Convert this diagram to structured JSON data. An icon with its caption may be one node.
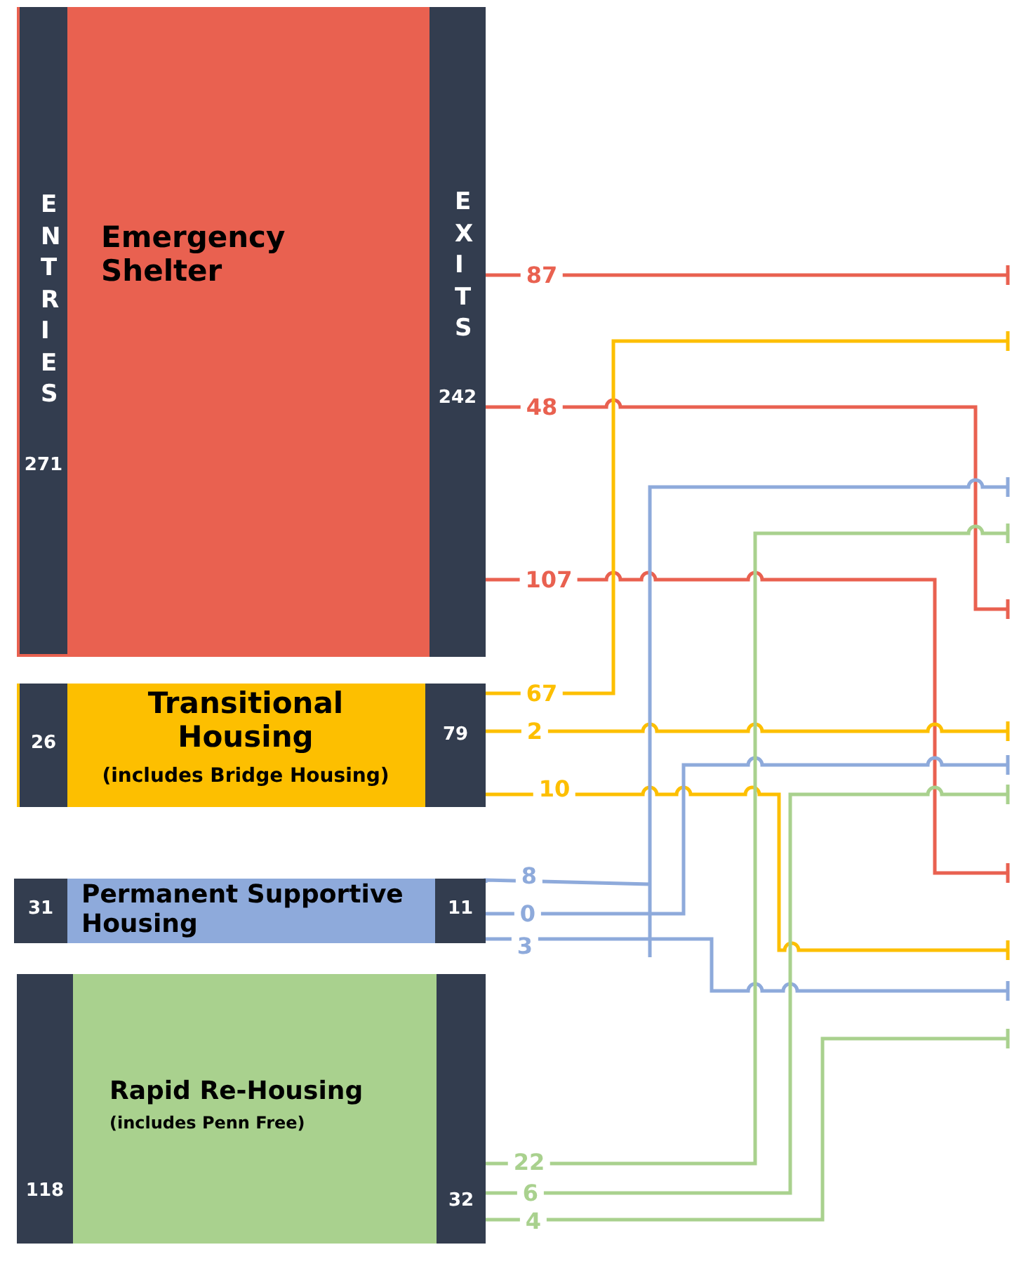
{
  "diagram": {
    "nodes": [
      {
        "text": [
          "Emergency Shelter"
        ]
      },
      {
        "text": [
          "ENTRIES",
          "271"
        ],
        "in": 0
      },
      {
        "text": [
          "EXITS",
          "242"
        ],
        "in": 0
      },
      {
        "text": [
          "Transitional Housing",
          "(includes Bridge Housing)"
        ]
      },
      {
        "text": [
          "26"
        ],
        "in": 3
      },
      {
        "text": [
          "79"
        ],
        "in": 3
      },
      {
        "text": [
          "Permanent Supportive Housing"
        ]
      },
      {
        "text": [
          "31"
        ],
        "in": 6
      },
      {
        "text": [
          "11"
        ],
        "in": 6
      },
      {
        "text": [
          "Rapid Re-Housing",
          "(includes Penn Free)"
        ]
      },
      {
        "text": [
          "118"
        ],
        "in": 9
      },
      {
        "text": [
          "32"
        ],
        "in": 9
      }
    ],
    "edges": [
      {
        "from": 2,
        "to": null,
        "arrow": "other",
        "label": "87",
        "color": "#e96150"
      },
      {
        "from": 2,
        "to": null,
        "arrow": "other",
        "label": "48",
        "color": "#e96150"
      },
      {
        "from": 2,
        "to": null,
        "arrow": "other",
        "label": "107",
        "color": "#e96150"
      },
      {
        "from": 5,
        "to": null,
        "arrow": "other",
        "label": "67",
        "color": "#fdbf00"
      },
      {
        "from": 5,
        "to": null,
        "arrow": "other",
        "label": "2",
        "color": "#fdbf00"
      },
      {
        "from": 5,
        "to": null,
        "arrow": "other",
        "label": "10",
        "color": "#fdbf00"
      },
      {
        "from": 8,
        "to": null,
        "arrow": "other",
        "label": "8",
        "color": "#8eaadb"
      },
      {
        "from": 8,
        "to": null,
        "arrow": "other",
        "label": "0",
        "color": "#8eaadb"
      },
      {
        "from": 8,
        "to": null,
        "arrow": "other",
        "label": "3",
        "color": "#8eaadb"
      },
      {
        "from": 11,
        "to": null,
        "arrow": "other",
        "label": "22",
        "color": "#a9d18e"
      },
      {
        "from": 11,
        "to": null,
        "arrow": "other",
        "label": "6",
        "color": "#a9d18e"
      },
      {
        "from": 11,
        "to": null,
        "arrow": "other",
        "label": "4",
        "color": "#a9d18e"
      }
    ]
  }
}
